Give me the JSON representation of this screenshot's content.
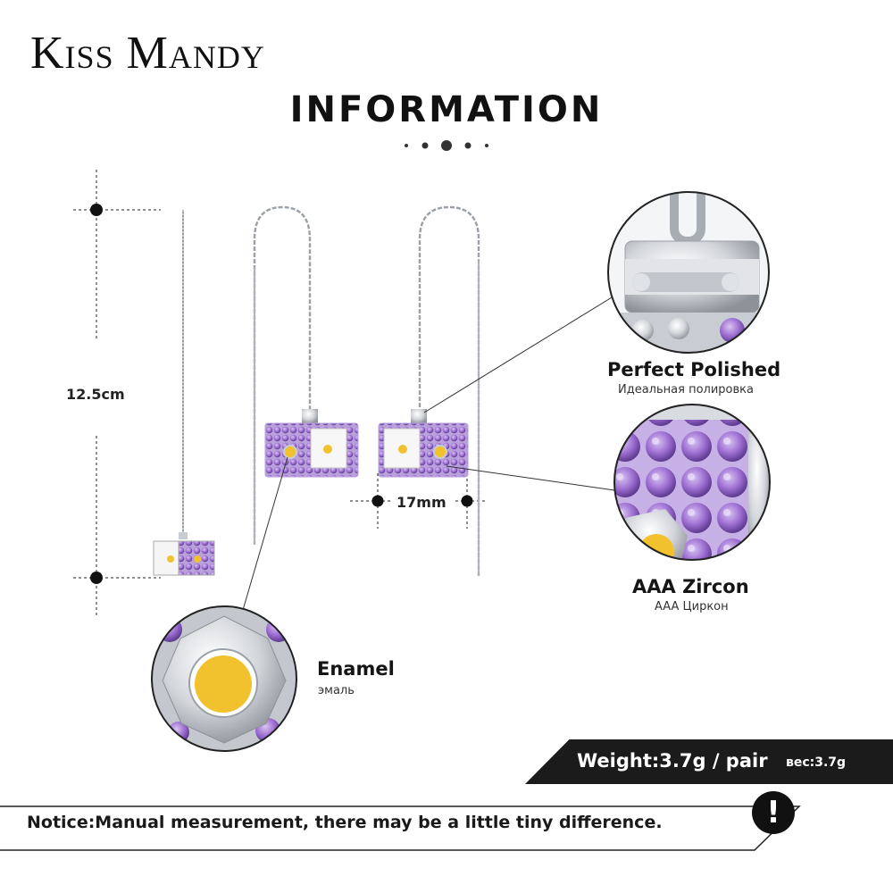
{
  "brand": "Kiss Mandy",
  "heading": "INFORMATION",
  "dimensions": {
    "length": "12.5cm",
    "width": "17mm"
  },
  "features": [
    {
      "title": "Perfect  Polished",
      "subtitle": "Идеальная полировка"
    },
    {
      "title": "AAA  Zircon",
      "subtitle": "AAA Циркон"
    },
    {
      "title": "Enamel",
      "subtitle": "эмаль"
    }
  ],
  "weight": {
    "label": "Weight:3.7g / pair",
    "label_ru": "вес:3.7g"
  },
  "notice": {
    "text": "Notice:Manual measurement, there may be a little tiny difference.",
    "icon": "exclamation-icon",
    "icon_glyph": "!"
  },
  "colors": {
    "zircon": "#9a6bd0",
    "enamel": "#f2c12e",
    "silver": "#c9ccd2",
    "dark": "#1b1b1b"
  }
}
